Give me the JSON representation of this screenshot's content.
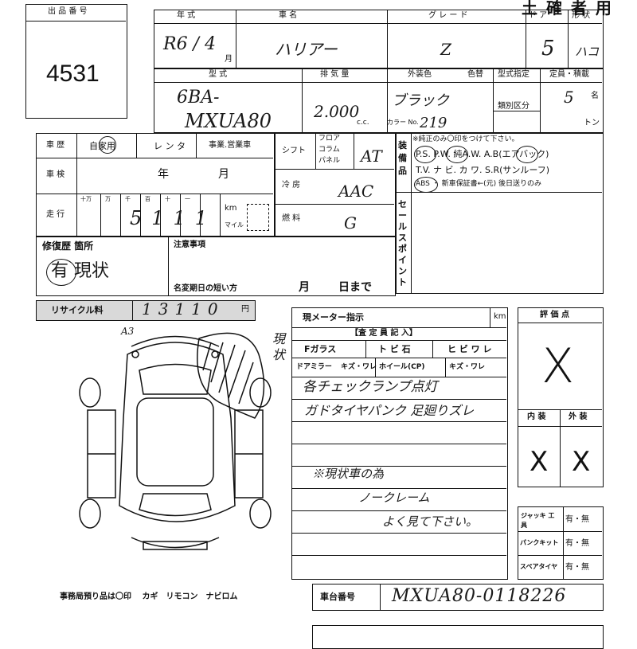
{
  "header": {
    "title": "土 確 者 用",
    "listing_number_label": "出 品 番 号",
    "listing_number": "4531"
  },
  "row1": {
    "year_label": "年 式",
    "year_value": "R6 / 4",
    "year_month_unit": "月",
    "model_name_label": "車 名",
    "model_name_value": "ハリアー",
    "grade_label": "グ レ ー ド",
    "grade_value": "Z",
    "door_label": "ド ア",
    "door_value": "5",
    "shape_label": "形 状",
    "shape_value": "ハコ"
  },
  "row2": {
    "type_label": "型 式",
    "type_value_1": "6BA-",
    "type_value_2": "MXUA80",
    "displacement_label": "排 気 量",
    "displacement_value": "2.000",
    "displacement_unit": "c.c.",
    "color_label": "外装色",
    "color_change_label": "色替",
    "color_value": "ブラック",
    "color_no_label": "カラー No.",
    "color_no_value": "219",
    "type_designation_label": "型式指定",
    "category_label": "類別区分",
    "capacity_label": "定員・積載",
    "capacity_value": "5",
    "capacity_unit": "名",
    "load_unit": "トン"
  },
  "history": {
    "label": "車 歴",
    "options": "自家用",
    "rental": "レ ン タ",
    "business": "事業.営業車",
    "inspection_label": "車 検",
    "inspection_year": "年",
    "inspection_month": "月",
    "mileage_label": "走 行",
    "digit_labels": [
      "十万",
      "万",
      "千",
      "百",
      "十",
      "一"
    ],
    "mileage_value": "5111",
    "km_unit": "km",
    "mile_unit": "マイル"
  },
  "specs": {
    "shift_label": "シフト",
    "shift_options": [
      "フロア",
      "コラム",
      "パネル"
    ],
    "shift_value": "AT",
    "ac_label": "冷 房",
    "ac_value": "AAC",
    "fuel_label": "燃 料",
    "fuel_value": "G"
  },
  "equipment": {
    "label": "装 備 品",
    "note": "※純正のみ〇印をつけて下さい。",
    "line1": "P.S. P.W. 純A.W. A.B(エアバック)",
    "line2": "T.V. ナ ビ. カ ワ. S.R(サンルーフ)",
    "line3": "ABS ・ 新車保証書←(元) 後日送りのみ"
  },
  "sales_point": {
    "label": "セールスポイント"
  },
  "repair": {
    "label": "修復歴 箇所",
    "value": "有 現状",
    "note_label": "注意事項",
    "deadline_label": "名変期日の短い方",
    "month": "月",
    "day": "日まで"
  },
  "recycle": {
    "label": "リサイクル料",
    "value": "13110",
    "unit": "円"
  },
  "diagram": {
    "mark_a3": "A3",
    "side_note": "現状"
  },
  "inspector": {
    "meter_label": "現メーター指示",
    "km_unit": "km",
    "section_label": "【査 定 員 記 入】",
    "row1": [
      "Fガラス",
      "ト ビ 石",
      "ヒ ビ ワ レ"
    ],
    "row2": [
      "ドアミラー",
      "キズ・ワレ",
      "ホイール(CP)",
      "キズ・ワレ"
    ],
    "note_lines": [
      "各チェックランプ点灯",
      "ガドタイヤパンク  足廻りズレ",
      "※現状車の為",
      "ノークレーム",
      "よく見て下さい。"
    ]
  },
  "evaluation": {
    "score_label": "評 価 点",
    "score_value": "X",
    "interior_label": "内 装",
    "exterior_label": "外 装",
    "interior_value": "X",
    "exterior_value": "X"
  },
  "tools": {
    "jack_label": "ジャッキ 工 具",
    "jack_value": "有・無",
    "puncture_label": "パンクキット",
    "puncture_value": "有・無",
    "spare_label": "スペアタイヤ",
    "spare_value": "有・無"
  },
  "footer": {
    "office_note": "事務局預り品は〇印　 カギ　リモコン　ナビロム",
    "chassis_label": "車台番号",
    "chassis_value": "MXUA80-0118226"
  }
}
